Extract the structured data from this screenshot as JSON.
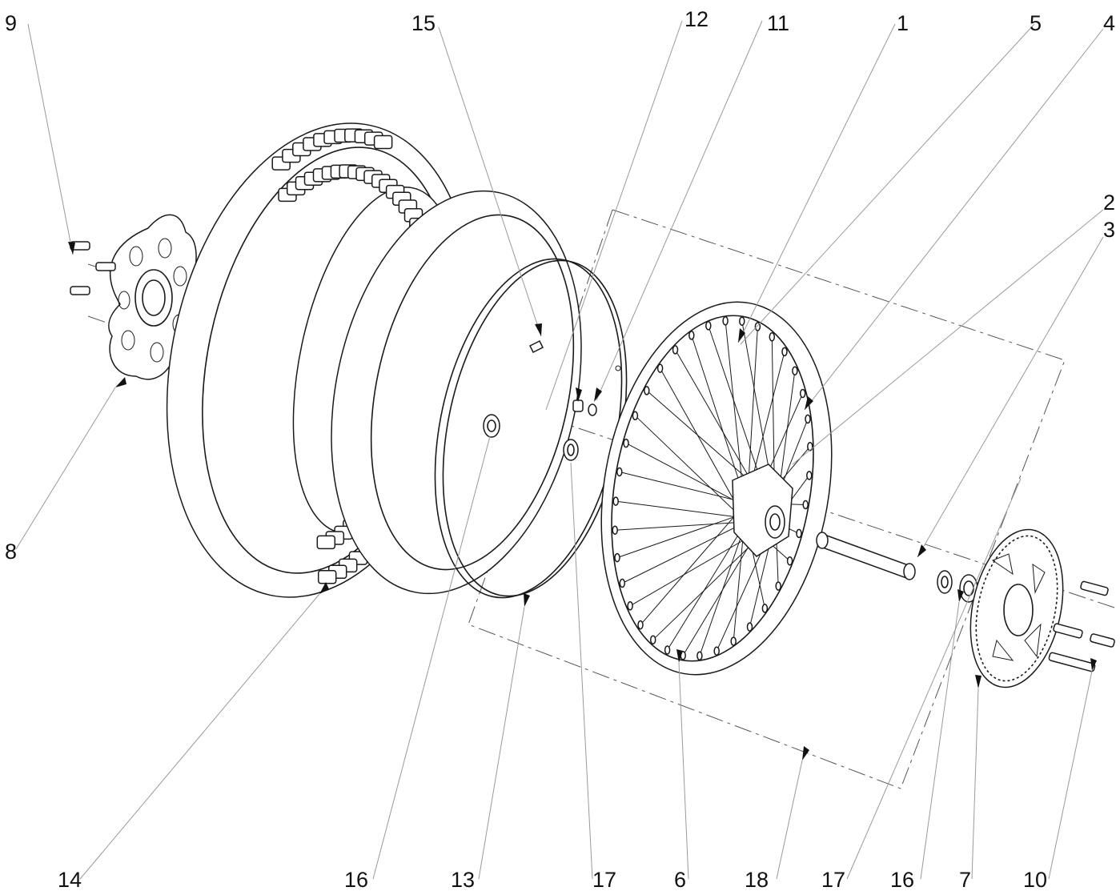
{
  "diagram": {
    "callouts": [
      {
        "id": "c9",
        "label": "9"
      },
      {
        "id": "c15",
        "label": "15"
      },
      {
        "id": "c12",
        "label": "12"
      },
      {
        "id": "c11",
        "label": "11"
      },
      {
        "id": "c1",
        "label": "1"
      },
      {
        "id": "c5",
        "label": "5"
      },
      {
        "id": "c4",
        "label": "4"
      },
      {
        "id": "c2",
        "label": "2"
      },
      {
        "id": "c3",
        "label": "3"
      },
      {
        "id": "c8",
        "label": "8"
      },
      {
        "id": "c14",
        "label": "14"
      },
      {
        "id": "c16a",
        "label": "16"
      },
      {
        "id": "c13",
        "label": "13"
      },
      {
        "id": "c17a",
        "label": "17"
      },
      {
        "id": "c6",
        "label": "6"
      },
      {
        "id": "c18",
        "label": "18"
      },
      {
        "id": "c17b",
        "label": "17"
      },
      {
        "id": "c16b",
        "label": "16"
      },
      {
        "id": "c7",
        "label": "7"
      },
      {
        "id": "c10",
        "label": "10"
      }
    ]
  }
}
